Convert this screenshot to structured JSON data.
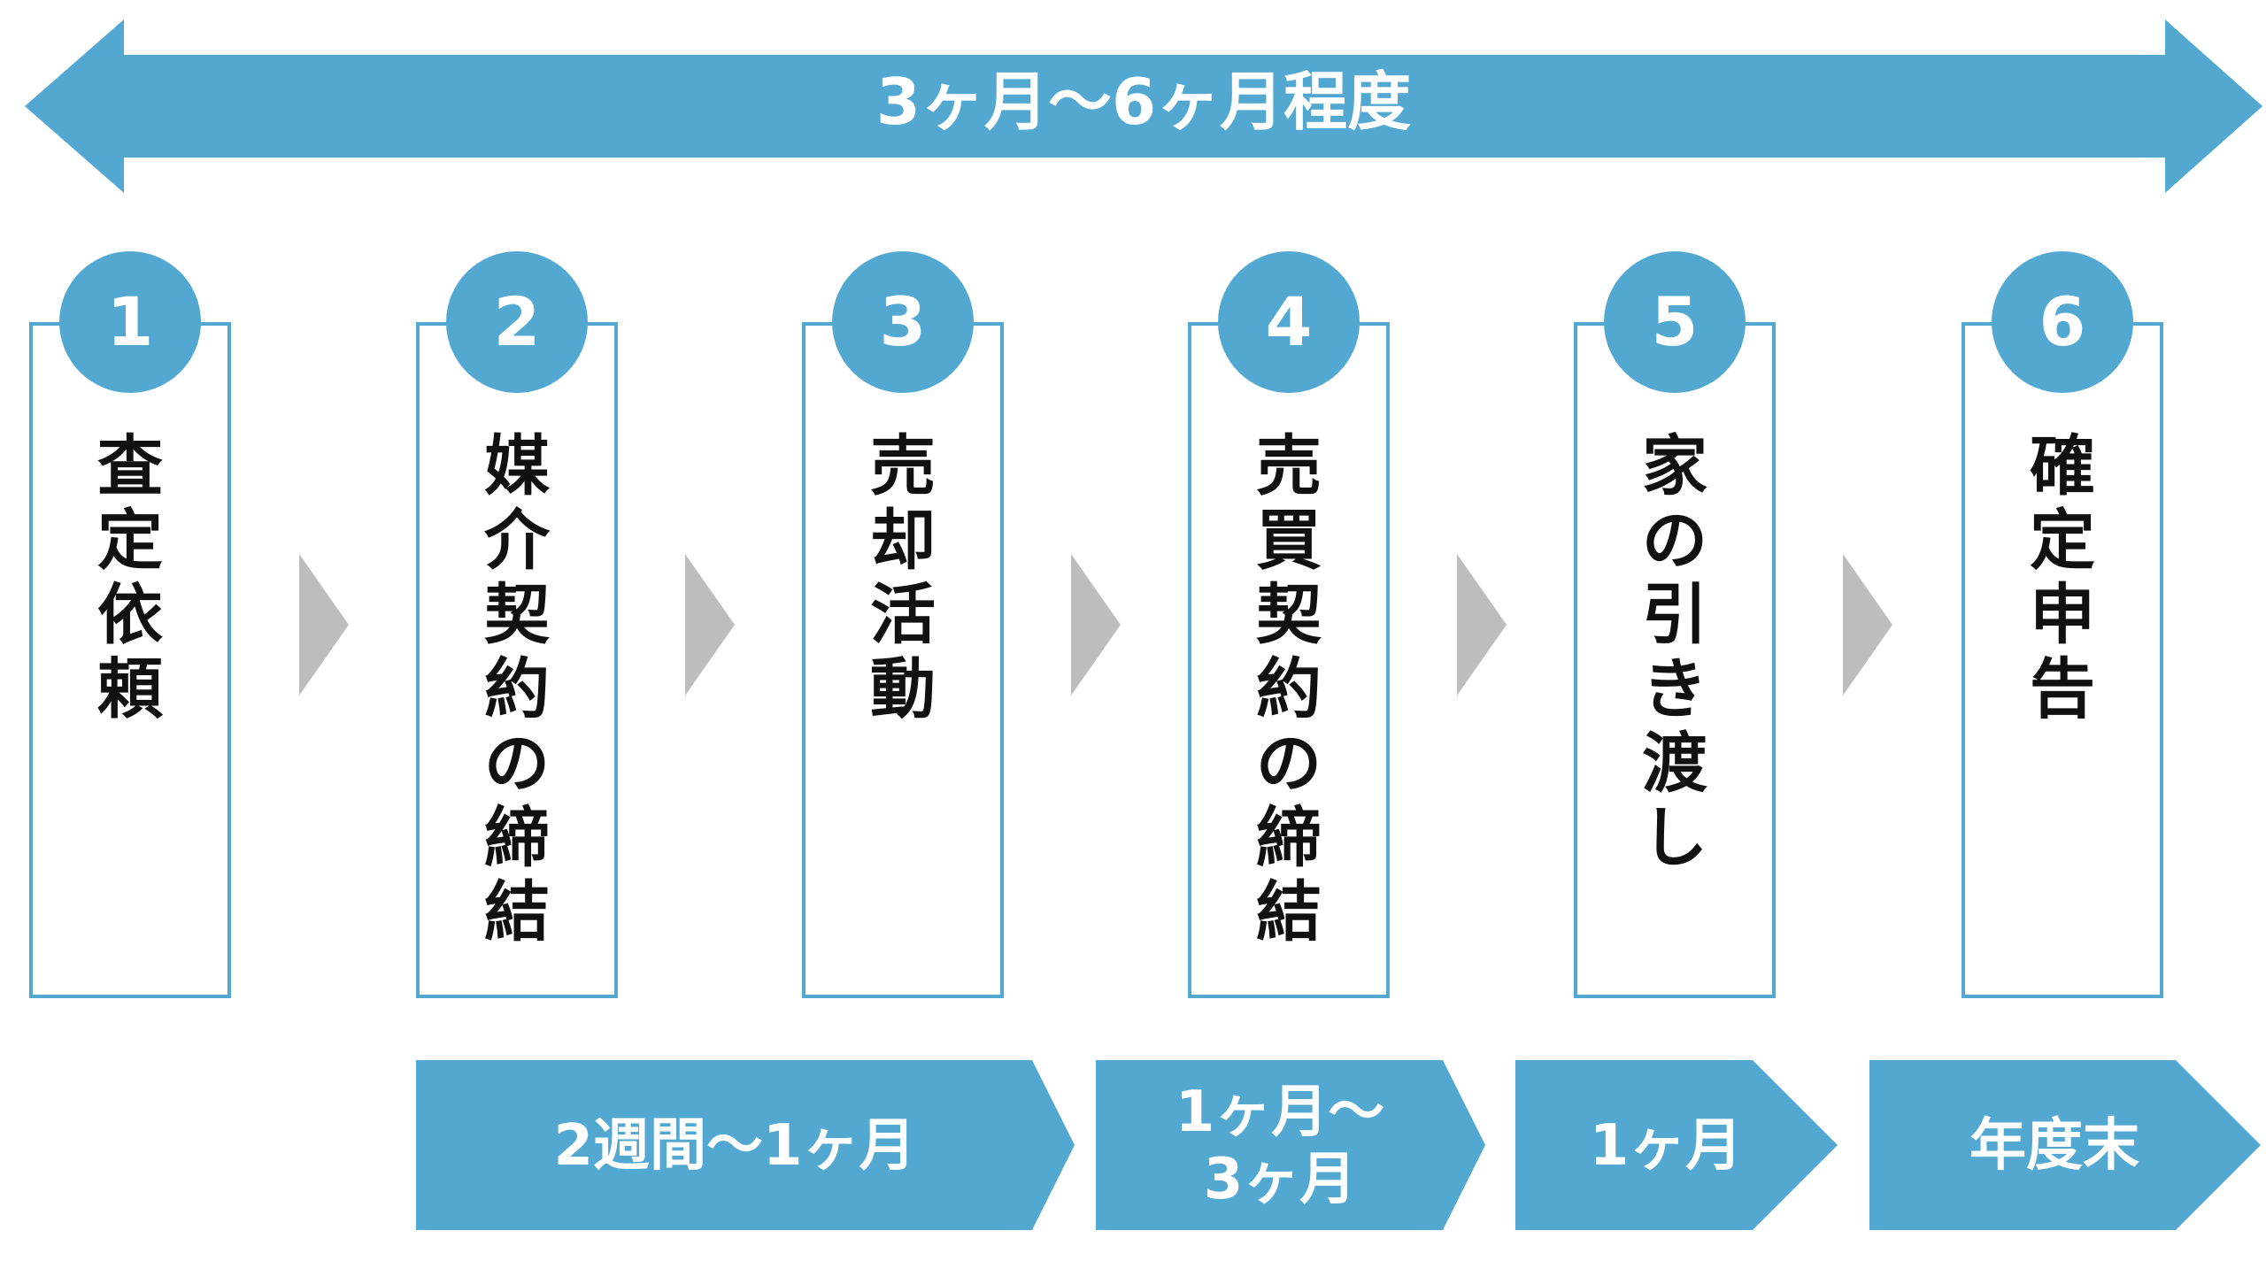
{
  "overall_duration": "3ヶ月〜6ヶ月程度",
  "colors": {
    "accent": "#52A8D1",
    "chevron": "#BDBDBD",
    "text": "#111111",
    "box_border": "#52A8D1",
    "badge_text": "#FFFFFF"
  },
  "steps": [
    {
      "number": "1",
      "label": "査定依頼"
    },
    {
      "number": "2",
      "label": "媒介契約の締結"
    },
    {
      "number": "3",
      "label": "売却活動"
    },
    {
      "number": "4",
      "label": "売買契約の締結"
    },
    {
      "number": "5",
      "label": "家の引き渡し"
    },
    {
      "number": "6",
      "label": "確定申告"
    }
  ],
  "durations": [
    {
      "lines": [
        "2週間〜1ヶ月"
      ]
    },
    {
      "lines": [
        "1ヶ月〜",
        "3ヶ月"
      ]
    },
    {
      "lines": [
        "1ヶ月"
      ]
    },
    {
      "lines": [
        "年度末"
      ]
    }
  ],
  "icons": [
    "double-arrow-icon",
    "chevron-right-icon",
    "pentagon-arrow-icon"
  ]
}
